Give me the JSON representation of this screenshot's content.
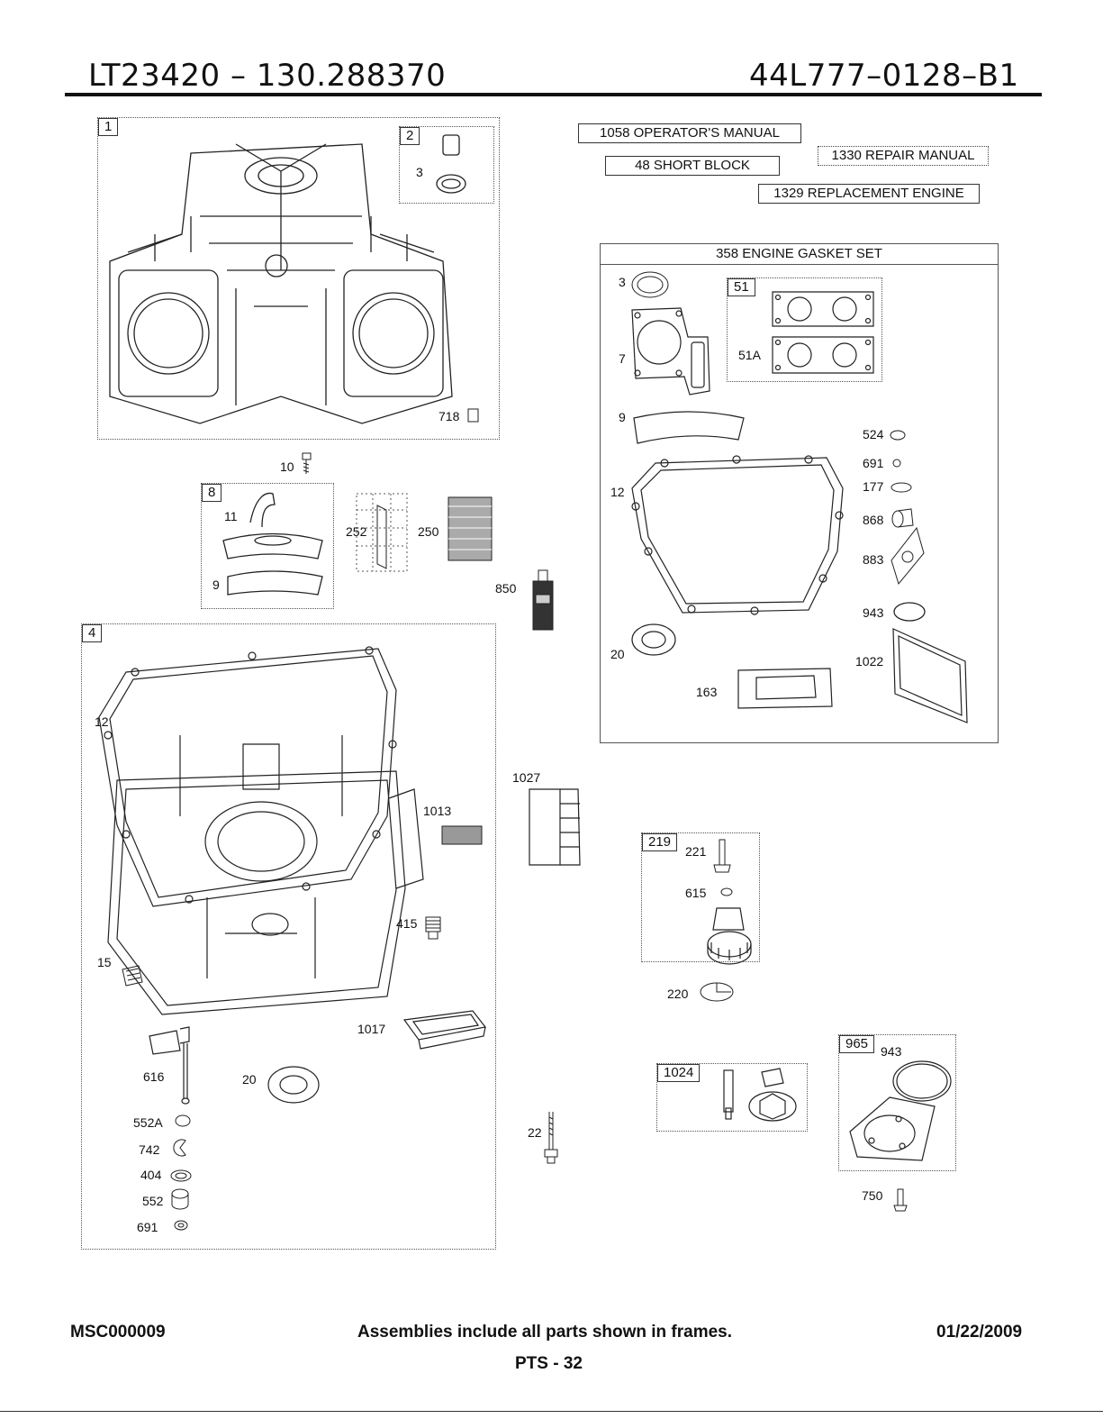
{
  "header": {
    "model": "LT23420 – 130.288370",
    "engine": "44L777–0128–B1"
  },
  "boxes": {
    "operators_manual": "1058 OPERATOR'S MANUAL",
    "short_block": "48 SHORT BLOCK",
    "repair_manual": "1330 REPAIR MANUAL",
    "replacement_engine": "1329 REPLACEMENT ENGINE",
    "gasket_set": "358 ENGINE GASKET SET"
  },
  "frames": {
    "f1": "1",
    "f2": "2",
    "f8": "8",
    "f4": "4",
    "f51": "51",
    "f219": "219",
    "f1024": "1024",
    "f965": "965"
  },
  "labels": {
    "l3a": "3",
    "l718": "718",
    "l10": "10",
    "l11": "11",
    "l9a": "9",
    "l252": "252",
    "l250": "250",
    "l850": "850",
    "l12a": "12",
    "l1027": "1027",
    "l1013": "1013",
    "l415": "415",
    "l15": "15",
    "l1017": "1017",
    "l616": "616",
    "l20a": "20",
    "l552A": "552A",
    "l742": "742",
    "l404": "404",
    "l552": "552",
    "l691a": "691",
    "l22": "22",
    "l3b": "3",
    "l7": "7",
    "l51A": "51A",
    "l9b": "9",
    "l12b": "12",
    "l524": "524",
    "l691b": "691",
    "l177": "177",
    "l868": "868",
    "l883": "883",
    "l943a": "943",
    "l1022": "1022",
    "l20b": "20",
    "l163": "163",
    "l221": "221",
    "l615": "615",
    "l220": "220",
    "l943b": "943",
    "l750": "750"
  },
  "footer": {
    "code": "MSC000009",
    "note": "Assemblies include all parts shown in frames.",
    "date": "01/22/2009",
    "page": "PTS - 32"
  }
}
